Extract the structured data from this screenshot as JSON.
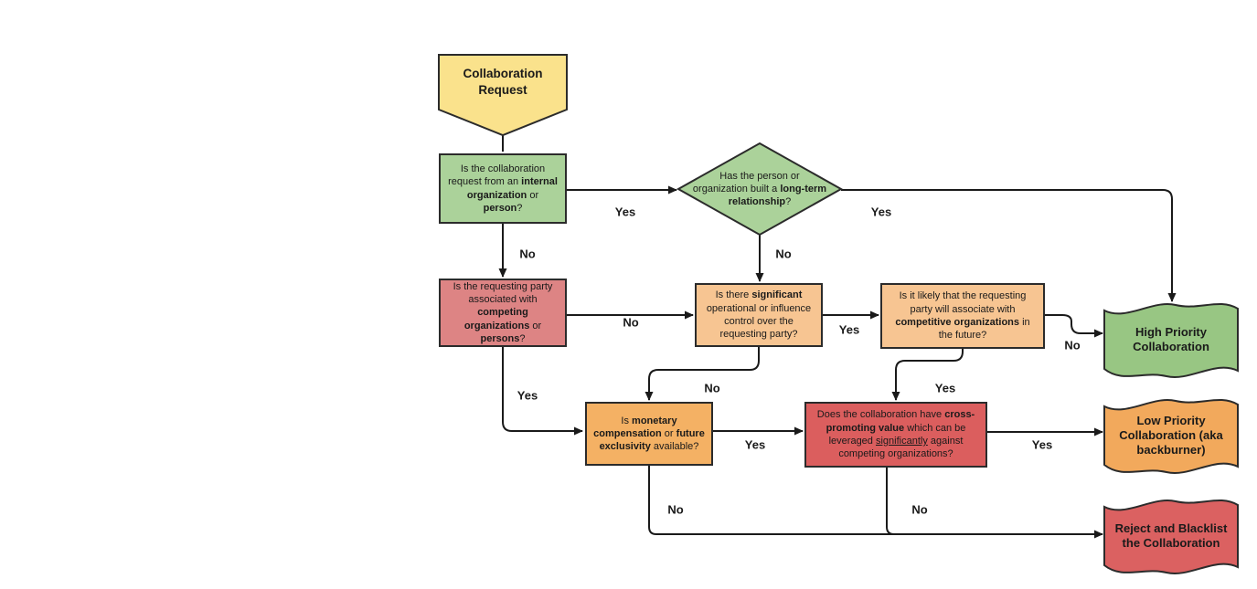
{
  "palette": {
    "start_yellow": "#FAE28C",
    "decision_green": "#ABD29A",
    "decision_pink": "#DD8484",
    "decision_orange_light": "#F7C592",
    "decision_orange": "#F4B164",
    "decision_red": "#DB5E5E",
    "flag_green": "#98C683",
    "flag_orange": "#F2A95C",
    "flag_red": "#DB6161",
    "stroke": "#2b2b2b"
  },
  "nodes": {
    "start": {
      "segments": [
        {
          "t": "Collaboration Request",
          "b": 1
        }
      ]
    },
    "q_internal": {
      "segments": [
        {
          "t": "Is the collaboration request from an "
        },
        {
          "t": "internal organization",
          "b": 1
        },
        {
          "t": " or "
        },
        {
          "t": "person",
          "b": 1
        },
        {
          "t": "?"
        }
      ]
    },
    "q_longterm": {
      "segments": [
        {
          "t": "Has the person or organization built a "
        },
        {
          "t": "long-term relationship",
          "b": 1
        },
        {
          "t": "?"
        }
      ]
    },
    "q_competing": {
      "segments": [
        {
          "t": "Is the requesting party associated with "
        },
        {
          "t": "competing organizations",
          "b": 1
        },
        {
          "t": " or "
        },
        {
          "t": "persons",
          "b": 1
        },
        {
          "t": "?"
        }
      ]
    },
    "q_control": {
      "segments": [
        {
          "t": "Is there "
        },
        {
          "t": "significant",
          "b": 1
        },
        {
          "t": " operational or influence control over the requesting party?"
        }
      ]
    },
    "q_future": {
      "segments": [
        {
          "t": "Is it likely that the requesting party will associate with "
        },
        {
          "t": "competitive organizations",
          "b": 1
        },
        {
          "t": " in the future?"
        }
      ]
    },
    "q_monetary": {
      "segments": [
        {
          "t": "Is "
        },
        {
          "t": "monetary compensation",
          "b": 1
        },
        {
          "t": " or "
        },
        {
          "t": "future exclusivity",
          "b": 1
        },
        {
          "t": " available?"
        }
      ]
    },
    "q_crosspromo": {
      "segments": [
        {
          "t": "Does the collaboration have "
        },
        {
          "t": "cross-promoting value",
          "b": 1
        },
        {
          "t": " which can be leveraged "
        },
        {
          "t": "significantly",
          "u": 1
        },
        {
          "t": " against competing organizations?"
        }
      ]
    },
    "out_high": {
      "segments": [
        {
          "t": "High Priority Collaboration",
          "b": 1
        }
      ]
    },
    "out_low": {
      "segments": [
        {
          "t": "Low Priority Collaboration (aka backburner)",
          "b": 1
        }
      ]
    },
    "out_reject": {
      "segments": [
        {
          "t": "Reject and Blacklist the Collaboration",
          "b": 1
        }
      ]
    }
  },
  "edge_labels": [
    {
      "edge": "internal-to-longterm",
      "text": "Yes"
    },
    {
      "edge": "internal-to-competing",
      "text": "No"
    },
    {
      "edge": "longterm-to-high-priority",
      "text": "Yes"
    },
    {
      "edge": "longterm-to-control",
      "text": "No"
    },
    {
      "edge": "competing-to-control",
      "text": "No"
    },
    {
      "edge": "competing-to-monetary",
      "text": "Yes"
    },
    {
      "edge": "control-to-future",
      "text": "Yes"
    },
    {
      "edge": "control-to-monetary",
      "text": "No"
    },
    {
      "edge": "future-to-high-priority",
      "text": "No"
    },
    {
      "edge": "future-to-crosspromo",
      "text": "Yes"
    },
    {
      "edge": "monetary-to-crosspromo",
      "text": "Yes"
    },
    {
      "edge": "monetary-to-reject",
      "text": "No"
    },
    {
      "edge": "crosspromo-to-low-priority",
      "text": "Yes"
    },
    {
      "edge": "crosspromo-to-reject",
      "text": "No"
    }
  ]
}
